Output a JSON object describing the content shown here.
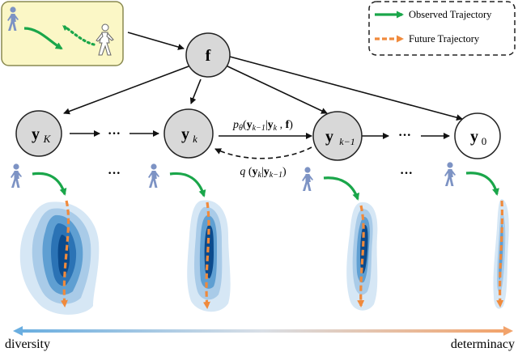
{
  "legend": {
    "observed_label": "Observed Trajectory",
    "future_label": "Future Trajectory",
    "observed_color": "#1aa64a",
    "future_color": "#f08a3c"
  },
  "nodes": {
    "f": "f",
    "yK_main": "y",
    "yK_sub": "K",
    "yk_main": "y",
    "yk_sub": "k",
    "ykm1_main": "y",
    "ykm1_sub": "k−1",
    "y0_main": "y",
    "y0_sub": "0"
  },
  "ellipsis": "···",
  "forward_label": "p_θ(y_{k−1} | y_k , f)",
  "reverse_label": "q(y_k | y_{k−1})",
  "axis": {
    "left_label": "diversity",
    "right_label": "determinacy",
    "left_color": "#6aaee0",
    "right_color": "#f2a36b"
  },
  "colors": {
    "node_fill": "#d8d8d8",
    "node_fill_light": "#ffffff",
    "inset_bg": "#fbf7c6",
    "inset_border": "#8a8a50",
    "pedestrian": "#7d93c4",
    "density_dark": "#0b4a8c",
    "density_light": "#cfe2f3"
  }
}
